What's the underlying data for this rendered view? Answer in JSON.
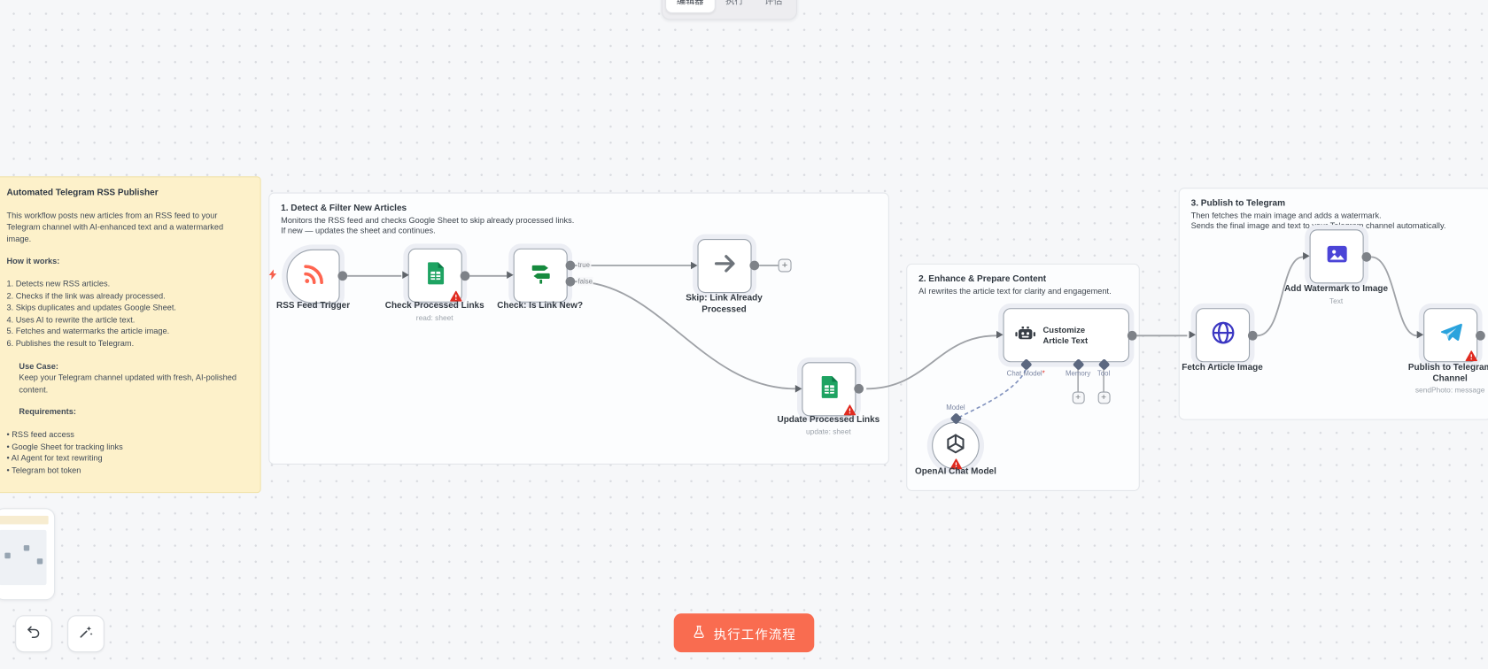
{
  "tabs": [
    {
      "label": "编辑器"
    },
    {
      "label": "执行"
    },
    {
      "label": "评估"
    }
  ],
  "overview_note": {
    "title": "Automated Telegram RSS Publisher",
    "intro": "This workflow posts new articles from an RSS feed to your Telegram channel with AI-enhanced text and a watermarked image.",
    "how_heading": "How it works:",
    "steps": [
      "1. Detects new RSS articles.",
      "2. Checks if the link was already processed.",
      "3. Skips duplicates and updates Google Sheet.",
      "4. Uses AI to rewrite the article text.",
      "5. Fetches and watermarks the article image.",
      "6. Publishes the result to Telegram."
    ],
    "use_case_heading": "Use Case:",
    "use_case": "Keep your Telegram channel updated with fresh, AI-polished content.",
    "requirements_heading": "Requirements:",
    "requirements": [
      "• RSS feed access",
      "• Google Sheet for tracking links",
      "• AI Agent for text rewriting",
      "• Telegram bot token"
    ]
  },
  "sections": [
    {
      "title": "1. Detect & Filter New Articles",
      "lines": [
        "Monitors the RSS feed and checks Google Sheet to skip already processed links.",
        "If new — updates the sheet and continues."
      ]
    },
    {
      "title": "2. Enhance & Prepare Content",
      "lines": [
        "AI rewrites the article text for clarity and engagement."
      ]
    },
    {
      "title": "3. Publish to Telegram",
      "lines": [
        "Then fetches the main image and adds a watermark.",
        "Sends the final image and text to your Telegram channel automatically."
      ]
    }
  ],
  "nodes": {
    "rss_feed_trigger": {
      "label": "RSS Feed Trigger",
      "icon": "rss-icon"
    },
    "check_processed_links": {
      "label": "Check Processed Links",
      "subtitle": "read: sheet",
      "icon": "google-sheets-icon"
    },
    "check_is_link_new": {
      "label": "Check: Is Link New?",
      "icon": "switch-icon",
      "true_label": "true",
      "false_label": "false"
    },
    "skip_link_already_processed": {
      "label": "Skip: Link Already Processed",
      "icon": "arrow-right-icon"
    },
    "update_processed_links": {
      "label": "Update Processed Links",
      "subtitle": "update: sheet",
      "icon": "google-sheets-icon"
    },
    "customize_article_text": {
      "label": "Customize Article Text",
      "icon": "ai-robot-icon",
      "ports": [
        {
          "label": "Chat Model",
          "required": "*"
        },
        {
          "label": "Memory"
        },
        {
          "label": "Tool"
        }
      ]
    },
    "openai_chat_model": {
      "label": "OpenAI Chat Model",
      "port": "Model",
      "icon": "openai-icon"
    },
    "fetch_article_image": {
      "label": "Fetch Article Image",
      "icon": "globe-icon"
    },
    "add_watermark_to_image": {
      "label": "Add Watermark to Image",
      "subtitle": "Text",
      "icon": "image-icon"
    },
    "publish_to_telegram_channel": {
      "label": "Publish to Telegram Channel",
      "subtitle": "sendPhoto: message",
      "icon": "telegram-icon"
    }
  },
  "canvas": {
    "plus": "+"
  },
  "execute_button": {
    "label": "执行工作流程"
  },
  "colors": {
    "accent_orange": "#f96c50",
    "sticky_yellow": "#fdf1ca",
    "google_sheets_green": "#1ea362",
    "switch_green": "#168a3e",
    "http_indigo": "#3a36c2",
    "image_indigo": "#4b44d7",
    "telegram_blue": "#2aa3dd",
    "warning_red": "#e02b20",
    "wire_gray": "#9fa2a7"
  }
}
